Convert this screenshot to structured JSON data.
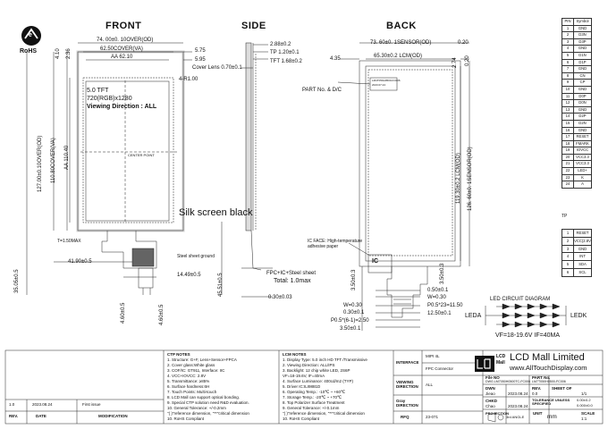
{
  "headings": {
    "front": "FRONT",
    "side": "SIDE",
    "back": "BACK"
  },
  "rohs": {
    "e": "e",
    "label": "RoHS"
  },
  "front": {
    "dims": [
      "74. 00±0. 10OVER(OD)",
      "62.50COVER(VA)",
      "AA 62.10",
      "5.75",
      "5.95",
      "4.10",
      "2.36",
      "4-R1.00",
      "127.00±0.10OVER(OD)",
      "110.80COVER(VA)",
      "AA 110.40",
      "T=1.50MAX",
      "41.90±0.5",
      "14.49±0.5",
      "4.60±0.5",
      "4.60±0.5",
      "35.05±0.5",
      "45.51±0.5"
    ],
    "panel_text": [
      "5.0 TFT",
      "720(RGB)x1280",
      "Viewing Direction : ALL"
    ],
    "center_point": "CENTER POINT",
    "silk_screen": "Silk screen black",
    "steel_sheet": "Steel sheet ground"
  },
  "side": {
    "dims": [
      "2.88±0.2",
      "TP 1.20±0.1",
      "TFT 1.68±0.2",
      "Cover Lens 0.70±0.1",
      "FPC+IC+Steel sheet",
      "Total: 1.0max",
      "0.30±0.03"
    ]
  },
  "back": {
    "dims": [
      "73. 60±0. 1SENSOR(OD)",
      "0.20",
      "4.35",
      "65.30±0.2 LCM(OD)",
      "2.74",
      "0.20",
      "119.30±0.2 LCM(OD)",
      "126. 60±0. 1SENSOR(OD)",
      "3.50±0.3",
      "3.50±0.3",
      "0.50±0.1",
      "W=0.30",
      "W=0.30",
      "0.30±0.1",
      "P0.5*23=11.50",
      "12.50±0.1",
      "P0.5*(6-1)=2.50",
      "3.50±0.1"
    ],
    "part_no": "PART No. & D/C",
    "ic_face": "IC FACE: High-temperature adhesive paper",
    "ic": "IC",
    "label_text": [
      "LM4T050H0500-FC006",
      "2023.07.24"
    ]
  },
  "pins_main": {
    "headers": [
      "PIN",
      "Symbol"
    ],
    "rows": [
      [
        "1",
        "GND"
      ],
      [
        "2",
        "D3N"
      ],
      [
        "3",
        "D3P"
      ],
      [
        "4",
        "GND"
      ],
      [
        "5",
        "D1N"
      ],
      [
        "6",
        "D1P"
      ],
      [
        "7",
        "GND"
      ],
      [
        "8",
        "CN"
      ],
      [
        "9",
        "CP"
      ],
      [
        "10",
        "GND"
      ],
      [
        "11",
        "D0P"
      ],
      [
        "12",
        "D0N"
      ],
      [
        "13",
        "GND"
      ],
      [
        "14",
        "D2P"
      ],
      [
        "15",
        "D2N"
      ],
      [
        "16",
        "GND"
      ],
      [
        "17",
        "RESET"
      ],
      [
        "18",
        "FMARK"
      ],
      [
        "19",
        "IOVCC"
      ],
      [
        "20",
        "VCC3.3"
      ],
      [
        "21",
        "VCC3.3"
      ],
      [
        "22",
        "LED+"
      ],
      [
        "23",
        "K"
      ],
      [
        "24",
        "A"
      ]
    ]
  },
  "pins_tp": {
    "title": "TP",
    "rows": [
      [
        "1",
        "RESET"
      ],
      [
        "2",
        "VCC(2.8V"
      ],
      [
        "3",
        "GND"
      ],
      [
        "4",
        "INT"
      ],
      [
        "5",
        "SDA"
      ],
      [
        "6",
        "SCL"
      ]
    ]
  },
  "led": {
    "title": "LED CIRCUIT DIAGRAM",
    "leda": "LEDA",
    "ledk": "LEDK",
    "spec": "VF=18-19.6V  IF=40MA"
  },
  "ctp_notes": {
    "title": "CTP NOTES",
    "items": [
      "1. Structure: G+F, Lens+Sensor+FPCA",
      "2. Cover glass:White glass",
      "3. COF/IC: GT911, Interface: IIC",
      "4. VCC+IOVCC: 2.8V",
      "5. Transmittance: ≥85%",
      "6. Surface hardness:6H",
      "7. Touch Points: Multi-touch",
      "8. LCD Mall can support optical bonding.",
      "9. Special CTP solution need R&D evaluation.",
      "10. General Tolerance: +/-0.2mm",
      "   \"( )\"reference dimension, \"**\"critical dimension",
      "10. RoHS Compliant"
    ]
  },
  "lcm_notes": {
    "title": "LCM NOTES",
    "items": [
      "1. Display Type: 5.0 inch HD TFT /Transmissive",
      "2. Viewing Direction: ALL/IPS",
      "3. Backlight: 12 chip white LED, 2S6P",
      "   VF=18-19.6V, IF=40mA",
      "4. Surface Luminance: 400cd/m2 (TYP)",
      "5. Driver IC:ILI9881D",
      "6. Operating Temp.: -10℃ ~ +60℃",
      "7. Storage Temp.: -20℃ ~ +70℃",
      "8. Top Polarizer Surface Treatment",
      "9. General Tolerance: +/-0.1mm",
      "   \"( )\"reference dimension, \"**\"critical dimension",
      "10. RoHS Compliant"
    ]
  },
  "revision": {
    "rev": "1.0",
    "date": "2023.08.24",
    "desc": "First issue",
    "h_rev": "REV.",
    "h_date": "DATE",
    "h_mod": "MODIFICATION"
  },
  "spec_table": {
    "interface_label": "INTERFACE",
    "interface_values": [
      "MIPI 4L",
      "FPC Connector"
    ],
    "viewing_label": "VIEWING DIRECTION",
    "viewing_value": "ALL",
    "gray_label": "Gray DIRECTION",
    "rfq_label": "RFQ",
    "rfq_value": "23-071"
  },
  "company": {
    "logo_top": "LCD",
    "logo_bottom": "Mall",
    "name": "LCD Mall Limited",
    "url": "www.AllTouchDisplay.com"
  },
  "title_block": {
    "file_no_label": "File NO",
    "file_no_value": "DWG.LM7050H0500TC-FC006",
    "part_no_label": "PART No.",
    "part_no_value": "LM7T050H0500-FC006",
    "dwn_label": "DWN",
    "dwn_name": "Jieao",
    "dwn_date": "2023.08.24",
    "rev_label": "REV.",
    "rev_value": "0.0",
    "sheet_label": "SHEET OF",
    "sheet_value": "1/1",
    "chkd_label": "CHKD",
    "chkd_name": "Chao",
    "chkd_date": "2023.08.24",
    "tol_label": "TOLERANCE UNLESS SPECIFIED",
    "tol_values": [
      "0.00±0.2",
      "0.000±0.0"
    ],
    "proj_label": "PROJECTION",
    "proj_value": "3rd ANGLE",
    "unit_label": "UNIT",
    "unit_value": "mm",
    "scale_label": "SCALE",
    "scale_value": "1:1"
  }
}
